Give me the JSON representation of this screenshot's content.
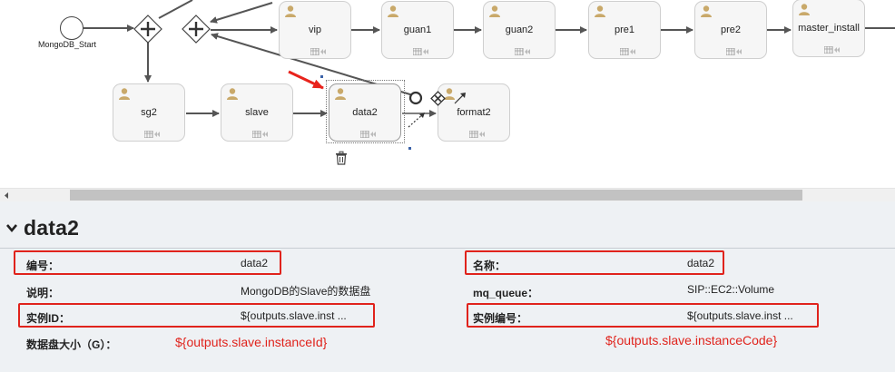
{
  "diagram": {
    "start_event": {
      "label": "MongoDB_Start"
    },
    "tasks": [
      {
        "id": "vip",
        "label": "vip"
      },
      {
        "id": "guan1",
        "label": "guan1"
      },
      {
        "id": "guan2",
        "label": "guan2"
      },
      {
        "id": "pre1",
        "label": "pre1"
      },
      {
        "id": "pre2",
        "label": "pre2"
      },
      {
        "id": "master_install",
        "label": "master_install"
      },
      {
        "id": "sg2",
        "label": "sg2"
      },
      {
        "id": "slave",
        "label": "slave"
      },
      {
        "id": "data2",
        "label": "data2"
      },
      {
        "id": "format2",
        "label": "format2"
      }
    ],
    "selected_task": "data2",
    "colors": {
      "edge": "#555555",
      "annotation_arrow": "#e8231c",
      "task_bg": "#f6f6f6"
    },
    "icons": [
      "user-task-icon",
      "parallel-gateway-icon",
      "multi-instance-marker-icon",
      "trash-icon"
    ]
  },
  "panel": {
    "title": "data2",
    "left_props": [
      {
        "label": "编号：",
        "value": "data2",
        "highlighted": true
      },
      {
        "label": "说明：",
        "value": "MongoDB的Slave的数据盘",
        "highlighted": false
      },
      {
        "label": "实例ID：",
        "value": "${outputs.slave.inst ...",
        "highlighted": true
      },
      {
        "label": "数据盘大小（G）：",
        "value": "",
        "highlighted": false
      }
    ],
    "right_props": [
      {
        "label": "名称：",
        "value": "data2",
        "highlighted": true
      },
      {
        "label": "mq_queue：",
        "value": "SIP::EC2::Volume",
        "highlighted": false
      },
      {
        "label": "实例编号：",
        "value": "${outputs.slave.inst ...",
        "highlighted": true
      }
    ],
    "annotations": {
      "left": "${outputs.slave.instanceId}",
      "right": "${outputs.slave.instanceCode}"
    },
    "highlight_color": "#e0231c"
  }
}
